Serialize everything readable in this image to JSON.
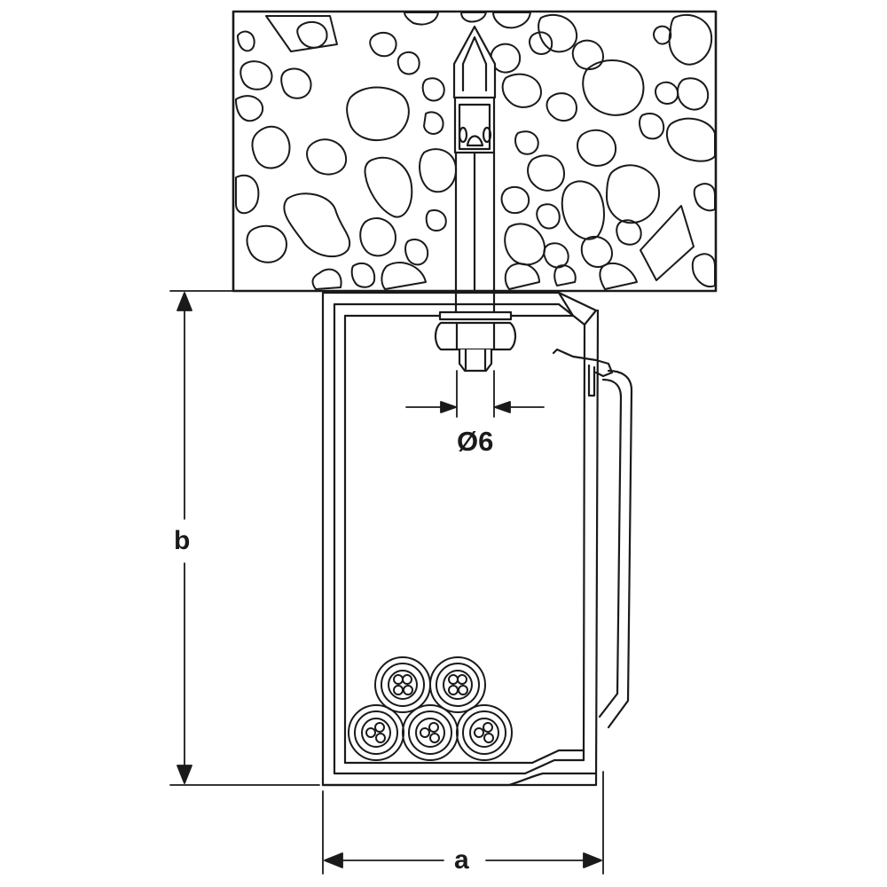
{
  "diagram": {
    "labels": {
      "diameter": "Ø6",
      "height": "b",
      "width": "a"
    },
    "colors": {
      "line": "#1a1a1a",
      "fill": "#ffffff"
    }
  }
}
